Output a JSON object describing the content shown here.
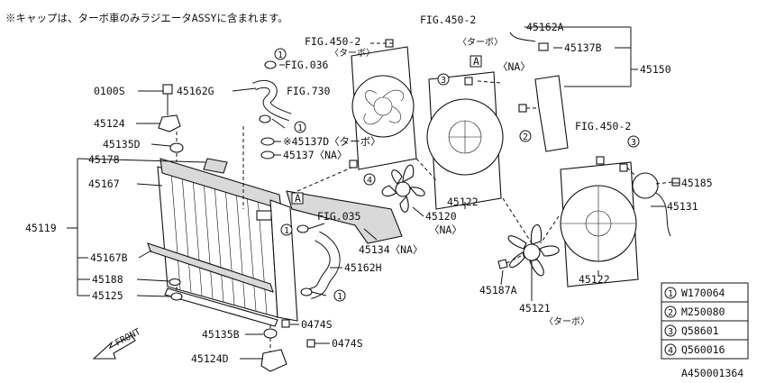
{
  "note": "※キャップは、ターボ車のみラジエータASSYに含まれます。",
  "diagram_id": "A450001364",
  "front_label": "FRONT",
  "callouts": {
    "c0100S": "0100S",
    "c45162G": "45162G",
    "c45124": "45124",
    "c45135D": "45135D",
    "c45178": "45178",
    "c45167": "45167",
    "c45119": "45119",
    "c45167B": "45167B",
    "c45188": "45188",
    "c45125": "45125",
    "c45135B": "45135B",
    "c45124D": "45124D",
    "c0474S_a": "0474S",
    "c0474S_b": "0474S",
    "c45162H": "45162H",
    "c45134": "45134〈NA〉",
    "c45120": "45120",
    "c45120na": "〈NA〉",
    "c45137D": "※45137D〈ターボ〉",
    "c45137": "45137〈NA〉",
    "fig450_2_top": "FIG.450-2",
    "fig450_2_top_sub": "〈ターボ〉",
    "fig036": "FIG.036",
    "fig730": "FIG.730",
    "fig035": "FIG.035",
    "fig450_2_right_top": "FIG.450-2",
    "fig450_2_right_top_sub": "〈ターボ〉",
    "c45162A": "45162A",
    "c45137B": "45137B",
    "c45150": "45150",
    "na_tank": "〈NA〉",
    "c45122_a": "45122",
    "c45122_b": "45122",
    "fig450_2_right": "FIG.450-2",
    "c45185": "45185",
    "c45131": "45131",
    "c45187A": "45187A",
    "c45121": "45121",
    "c45121_sub": "〈ターボ〉",
    "marker_A1": "A",
    "marker_A2": "A"
  },
  "circle_marks": {
    "m1a": "1",
    "m1b": "1",
    "m1c": "1",
    "m1d": "1",
    "m2": "2",
    "m3a": "3",
    "m3b": "3",
    "m4": "4"
  },
  "legend": [
    {
      "num": "1",
      "code": "W170064"
    },
    {
      "num": "2",
      "code": "M250080"
    },
    {
      "num": "3",
      "code": "Q58601"
    },
    {
      "num": "4",
      "code": "Q560016"
    }
  ]
}
